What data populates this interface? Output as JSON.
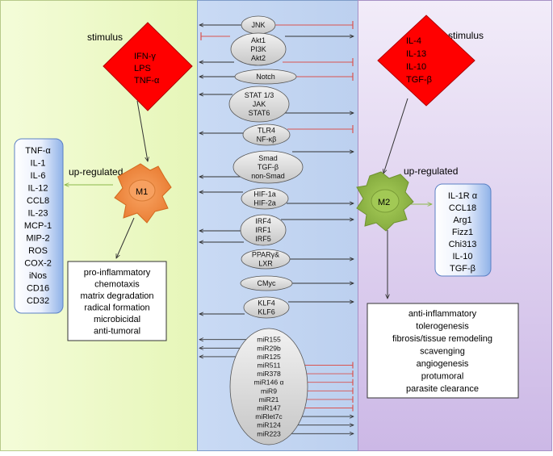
{
  "stimulus_label": "stimulus",
  "upregulated_label": "up-regulated",
  "colors": {
    "m1_panel": "#ecf8c8",
    "center_panel": "#c7d8f3",
    "m2_panel": "#e8ddf3",
    "diamond": "#ff0000",
    "m1_cell": "#f38b3f",
    "m2_cell": "#9cc24c",
    "activation_arrow": "#333333",
    "inhibition": "#d9534f"
  },
  "m1": {
    "cell_label": "M1",
    "stimuli": [
      "IFN-γ",
      "LPS",
      "TNF-α"
    ],
    "markers": [
      "TNF-α",
      "IL-1",
      "IL-6",
      "IL-12",
      "CCL8",
      "IL-23",
      "MCP-1",
      "MIP-2",
      "ROS",
      "COX-2",
      "iNos",
      "CD16",
      "CD32"
    ],
    "functions": [
      "pro-inflammatory",
      "chemotaxis",
      "matrix degradation",
      "radical formation",
      "microbicidal",
      "anti-tumoral"
    ]
  },
  "m2": {
    "cell_label": "M2",
    "stimuli": [
      "IL-4",
      "IL-13",
      "IL-10",
      "TGF-β"
    ],
    "markers": [
      "IL-1R α",
      "CCL18",
      "Arg1",
      "Fizz1",
      "Chi313",
      "IL-10",
      "TGF-β"
    ],
    "functions": [
      "anti-inflammatory",
      "tolerogenesis",
      "fibrosis/tissue remodeling",
      "scavenging",
      "angiogenesis",
      "protumoral",
      "parasite clearance"
    ]
  },
  "pathways": [
    {
      "id": "jnk",
      "lines": [
        "JNK"
      ]
    },
    {
      "id": "akt",
      "lines": [
        "Akt1",
        "PI3K",
        "Akt2"
      ]
    },
    {
      "id": "notch",
      "lines": [
        "Notch"
      ]
    },
    {
      "id": "stat",
      "lines": [
        "STAT 1/3",
        "JAK",
        "STAT6"
      ]
    },
    {
      "id": "tlr4",
      "lines": [
        "TLR4",
        "NF-κβ"
      ]
    },
    {
      "id": "smad",
      "lines": [
        "Smad",
        "TGF-β",
        "non-Smad"
      ]
    },
    {
      "id": "hif",
      "lines": [
        "HIF-1a",
        "HIF-2a"
      ]
    },
    {
      "id": "irf",
      "lines": [
        "IRF4",
        "IRF1",
        "IRF5"
      ]
    },
    {
      "id": "ppar",
      "lines": [
        "PPARγ&",
        "LXR"
      ]
    },
    {
      "id": "cmyc",
      "lines": [
        "CMyc"
      ]
    },
    {
      "id": "klf",
      "lines": [
        "KLF4",
        "KLF6"
      ]
    },
    {
      "id": "mir",
      "lines": [
        "miR155",
        "miR29b",
        "miR125",
        "miR511",
        "miR378",
        "miR146 α",
        "miR9",
        "miR21",
        "miR147",
        "miRlet7c",
        "miR124",
        "miR223"
      ]
    }
  ]
}
